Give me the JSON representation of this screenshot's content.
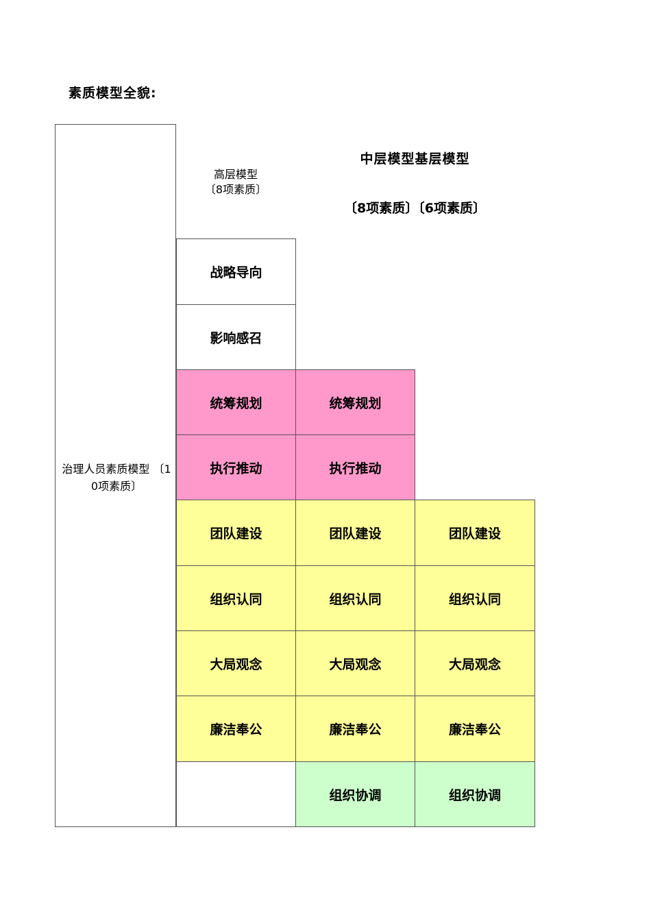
{
  "heading": "素质模型全貌:",
  "left_column": {
    "line1": "治理人员素质模型 〔1",
    "line2": "0项素质〕"
  },
  "high_header": {
    "title": "高层模型",
    "count": "〔8项素质〕"
  },
  "mid_base_header": {
    "title": "中层模型基层模型",
    "counts": "〔8项素质〕〔6项素质〕"
  },
  "grid": {
    "high": [
      "战略导向",
      "影响感召",
      "统筹规划",
      "执行推动",
      "团队建设",
      "组织认同",
      "大局观念",
      "廉洁奉公"
    ],
    "mid": [
      "统筹规划",
      "执行推动",
      "团队建设",
      "组织认同",
      "大局观念",
      "廉洁奉公",
      "组织协调"
    ],
    "base": [
      "团队建设",
      "组织认同",
      "大局观念",
      "廉洁奉公",
      "组织协调"
    ]
  },
  "colors": {
    "pink": "#ff99cc",
    "yellow": "#ffff99",
    "green": "#ccffcc",
    "border": "#555555"
  }
}
